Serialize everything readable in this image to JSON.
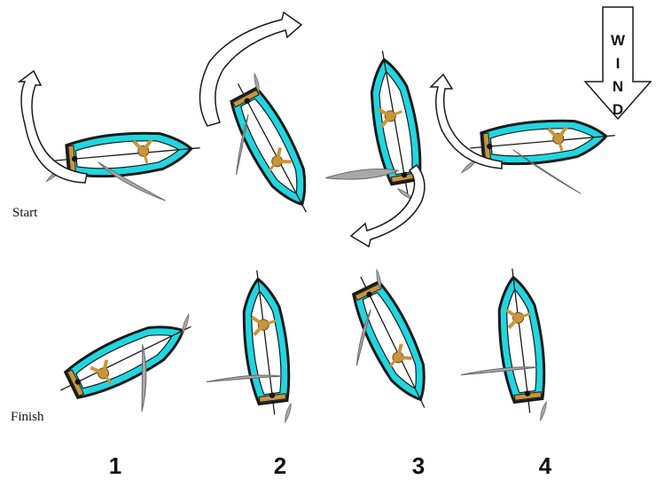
{
  "labels": {
    "start": "Start",
    "finish": "Finish"
  },
  "steps": [
    "1",
    "2",
    "3",
    "4"
  ],
  "wind": {
    "letters": [
      "W",
      "I",
      "N",
      "D"
    ]
  },
  "colors": {
    "hull_fill": "#22d6e0",
    "hull_outline": "#1a1a1a",
    "deck": "#ffffff",
    "sail": "#a9a9a9",
    "sailor": "#c8953c",
    "arrow_fill": "#ffffff"
  }
}
